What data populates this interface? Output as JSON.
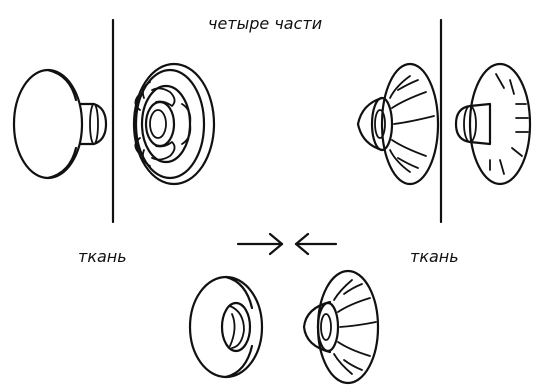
{
  "title": "четыре части",
  "labels": {
    "fabric_left": "ткань",
    "fabric_right": "ткань"
  },
  "arrows": {
    "right": "→",
    "left": "←"
  },
  "colors": {
    "ink": "#111111",
    "background": "#ffffff"
  }
}
